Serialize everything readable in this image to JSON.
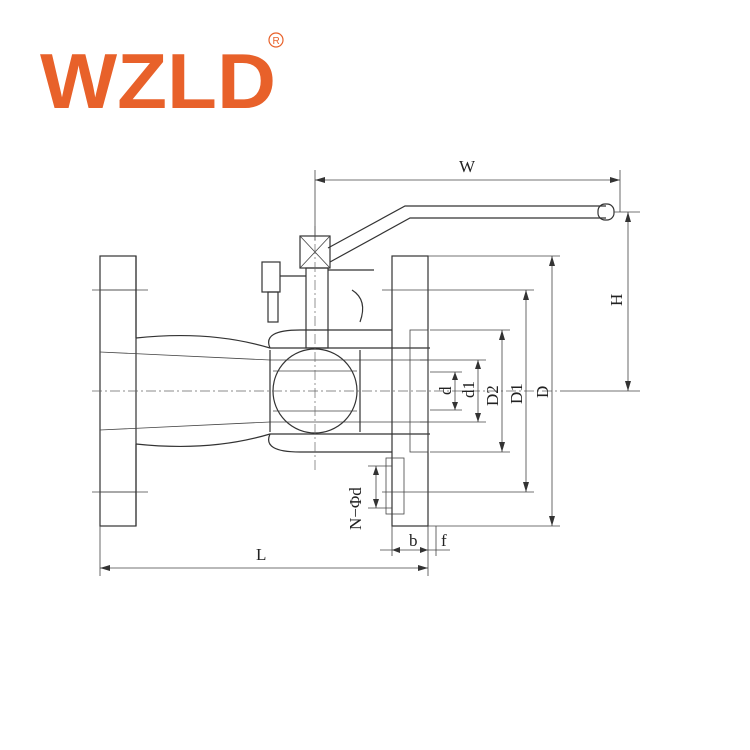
{
  "brand": {
    "logo_text": "WZLD",
    "registered_mark": "R",
    "color": "#e8612a"
  },
  "dimensions": {
    "W": "W",
    "H": "H",
    "L": "L",
    "D": "D",
    "D1": "D1",
    "D2": "D2",
    "d": "d",
    "d1": "d1",
    "b": "b",
    "f": "f",
    "N_phi_d": "N−Φd"
  }
}
